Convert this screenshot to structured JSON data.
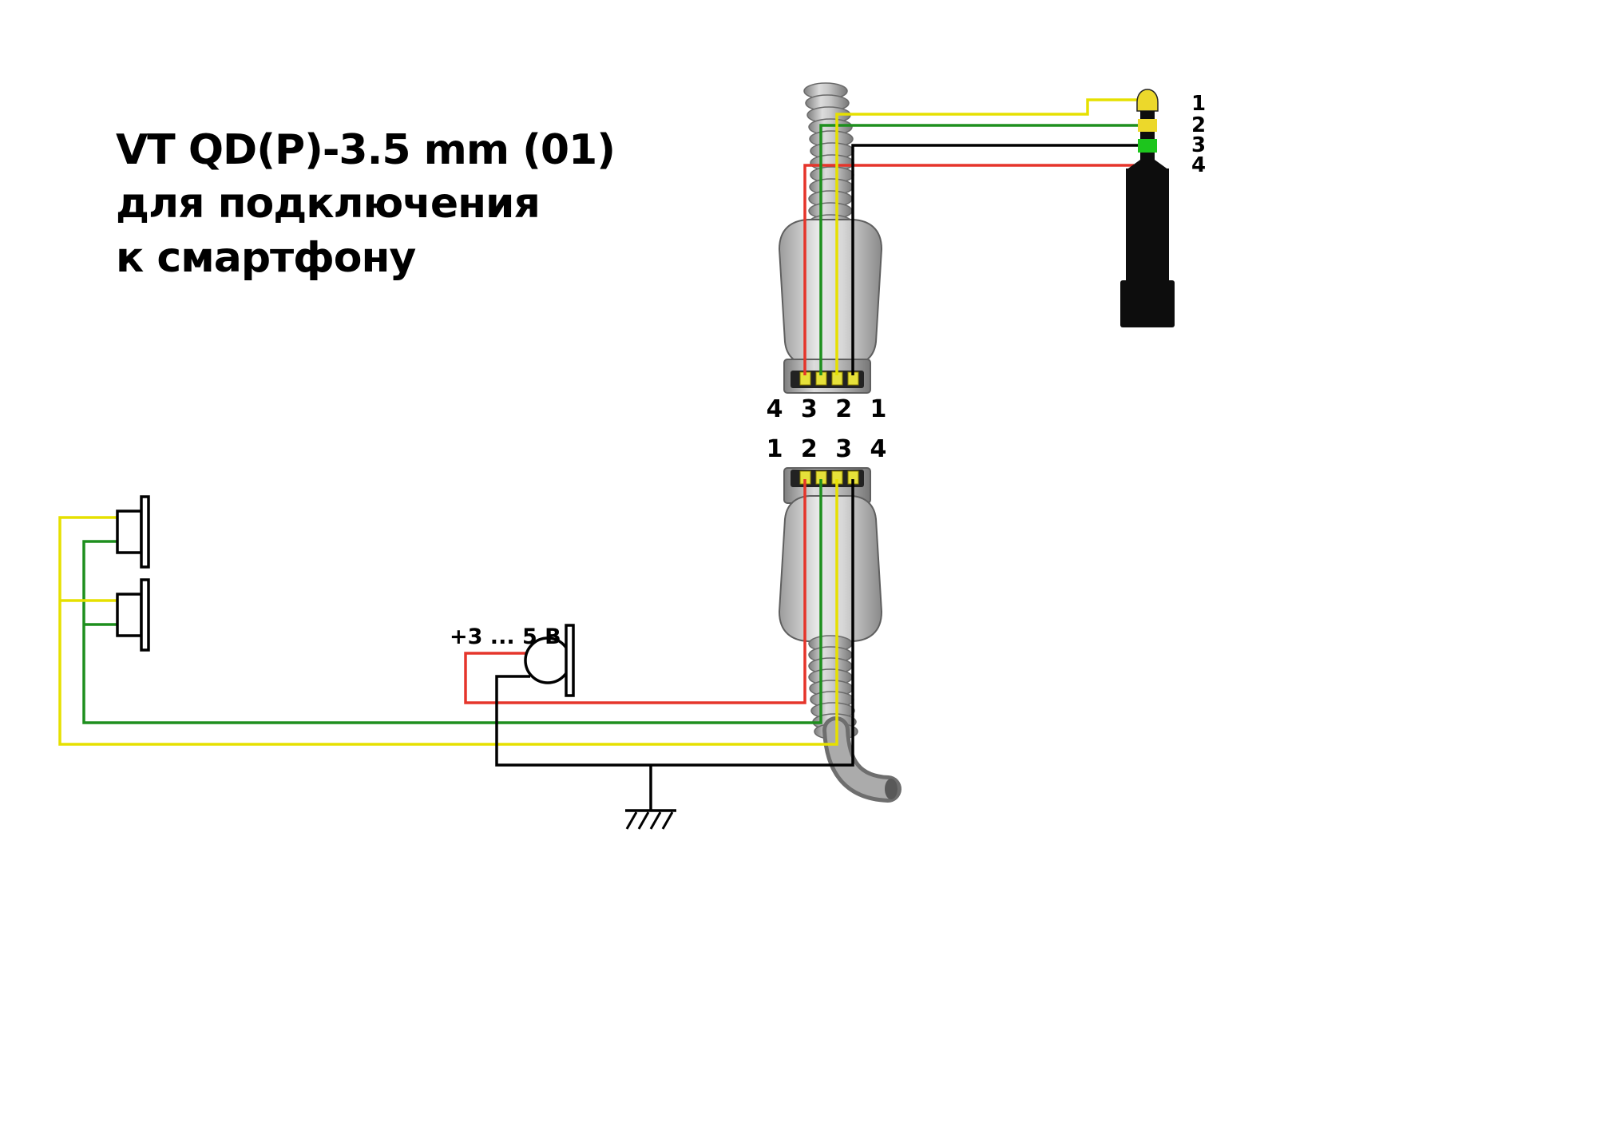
{
  "title": {
    "lines": [
      "VT QD(P)-3.5 mm (01)",
      "для подключения",
      "к смартфону"
    ]
  },
  "top_connector": {
    "pin_labels": "4 3 2 1"
  },
  "bottom_connector": {
    "pin_labels": "1 2 3 4"
  },
  "jack": {
    "pin_labels": [
      "1",
      "2",
      "3",
      "4"
    ]
  },
  "mic": {
    "voltage_label": "+3 ... 5 В"
  },
  "colors": {
    "wire_yellow": "#e6e000",
    "wire_green": "#1e8f1e",
    "wire_red": "#e5352b",
    "wire_black": "#000000",
    "jack_tip": "#ecd82b",
    "jack_band2": "#ecd82b",
    "jack_band3": "#1dc51d",
    "jack_body": "#0d0d0d",
    "contact_pin": "#e6e13a"
  }
}
